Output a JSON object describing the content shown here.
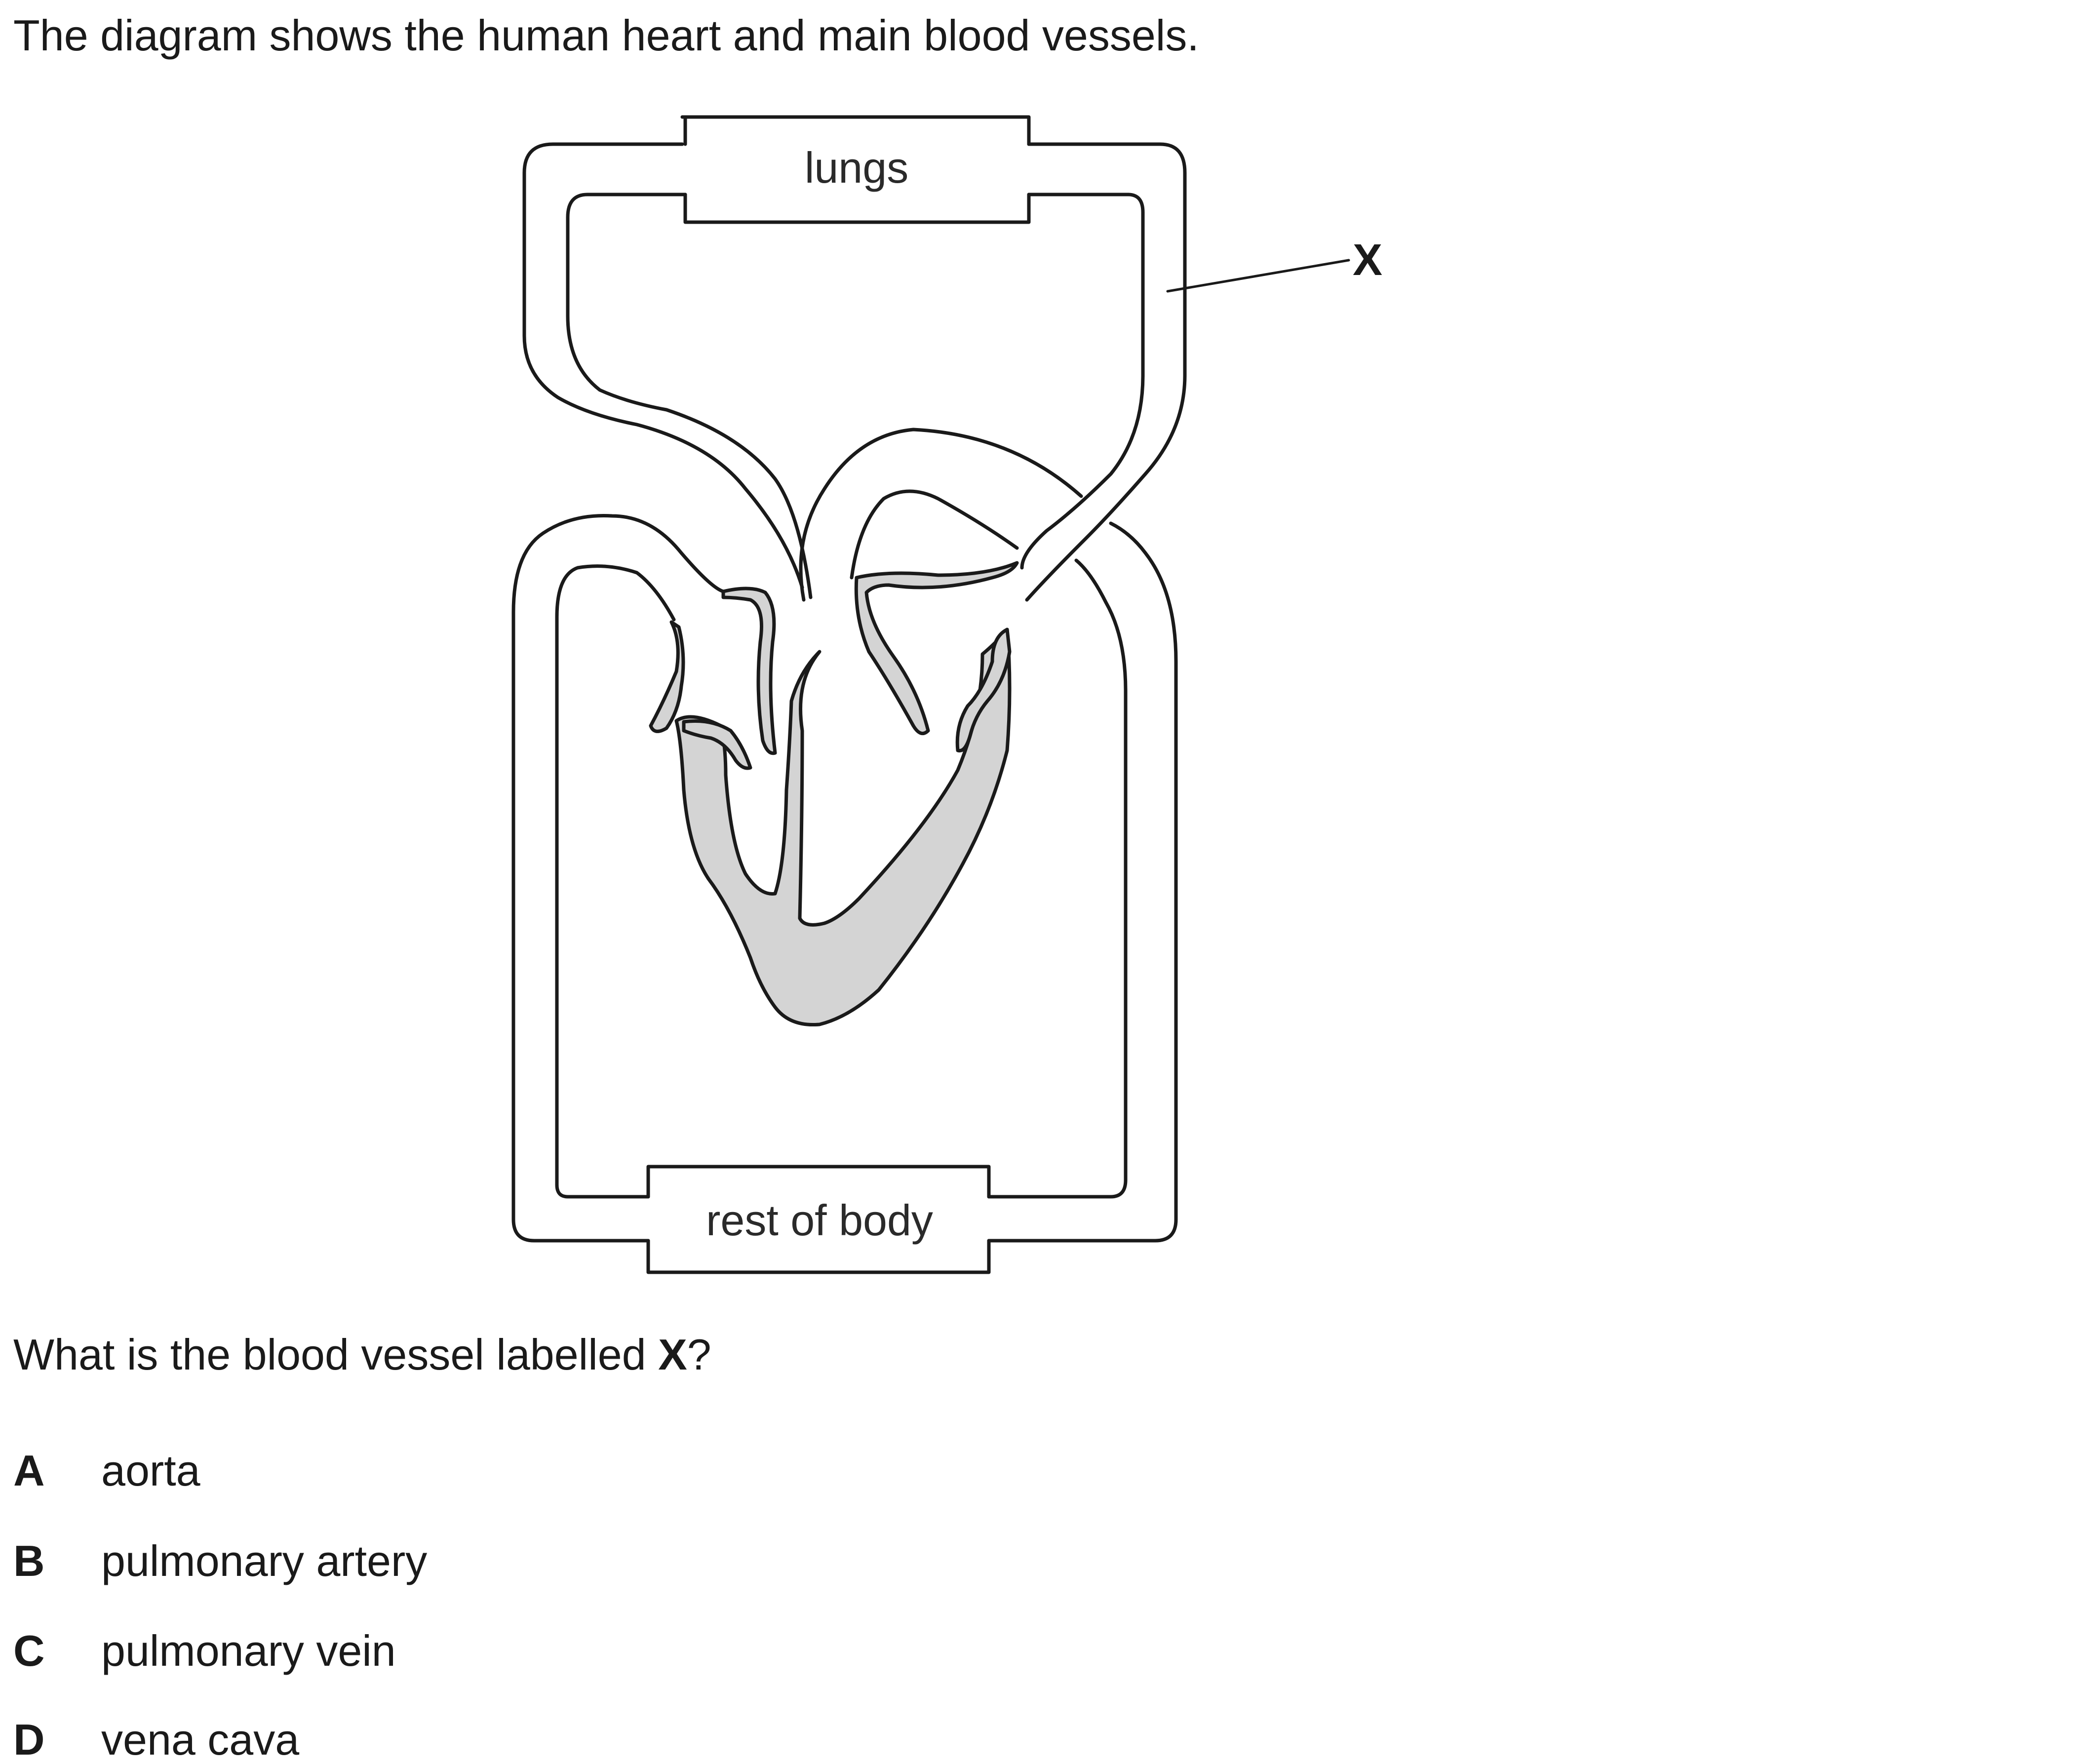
{
  "intro": "The diagram shows the human heart and main blood vessels.",
  "diagram": {
    "labels": {
      "lungs": "lungs",
      "body": "rest of body",
      "x": "X"
    }
  },
  "question": {
    "prefix": "What is the blood vessel labelled ",
    "bold": "X",
    "suffix": "?"
  },
  "options": [
    {
      "letter": "A",
      "text": "aorta"
    },
    {
      "letter": "B",
      "text": "pulmonary artery"
    },
    {
      "letter": "C",
      "text": "pulmonary vein"
    },
    {
      "letter": "D",
      "text": "vena cava"
    }
  ]
}
